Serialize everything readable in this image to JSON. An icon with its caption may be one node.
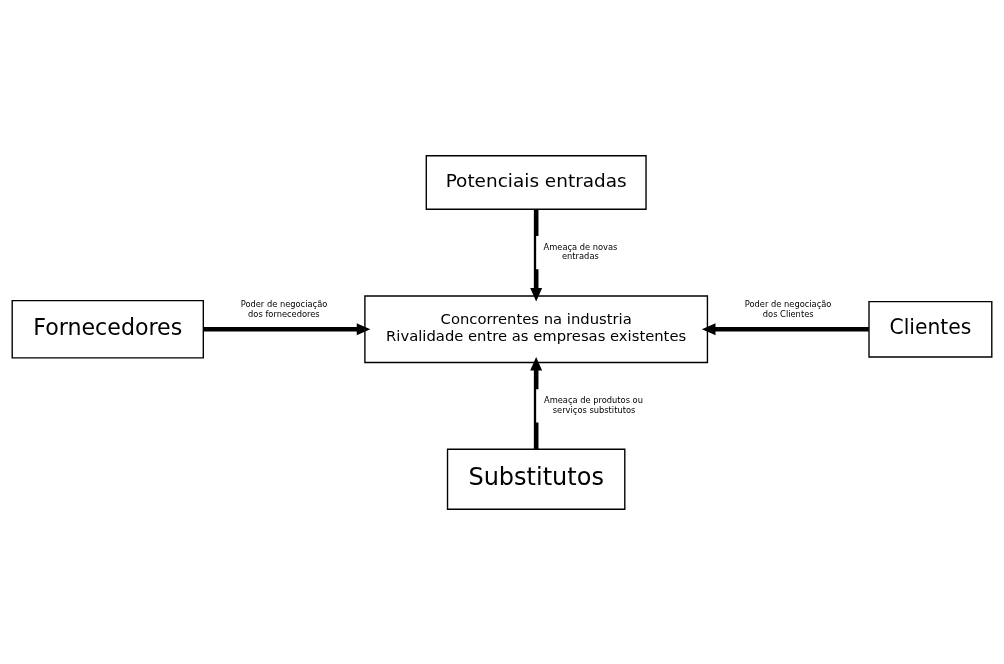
{
  "diagram": {
    "nodes": [
      {
        "text": [
          "Potenciais entradas"
        ]
      },
      {
        "text": [
          "Fornecedores"
        ]
      },
      {
        "text": [
          "Concorrentes na industria",
          "Rivalidade entre as empresas existentes"
        ]
      },
      {
        "text": [
          "Clientes"
        ]
      },
      {
        "text": [
          "Substitutos"
        ]
      }
    ],
    "edges": [
      {
        "from": 0,
        "to": 2,
        "arrow": "to",
        "label": "Ameaça de novas entradas"
      },
      {
        "from": 1,
        "to": 2,
        "arrow": "to",
        "label": "Poder de negociação dos fornecedores"
      },
      {
        "from": 3,
        "to": 2,
        "arrow": "to",
        "label": "Poder de negociação dos Clientes"
      },
      {
        "from": 4,
        "to": 2,
        "arrow": "to",
        "label": "Ameaça de produtos ou serviços substitutos"
      }
    ]
  }
}
